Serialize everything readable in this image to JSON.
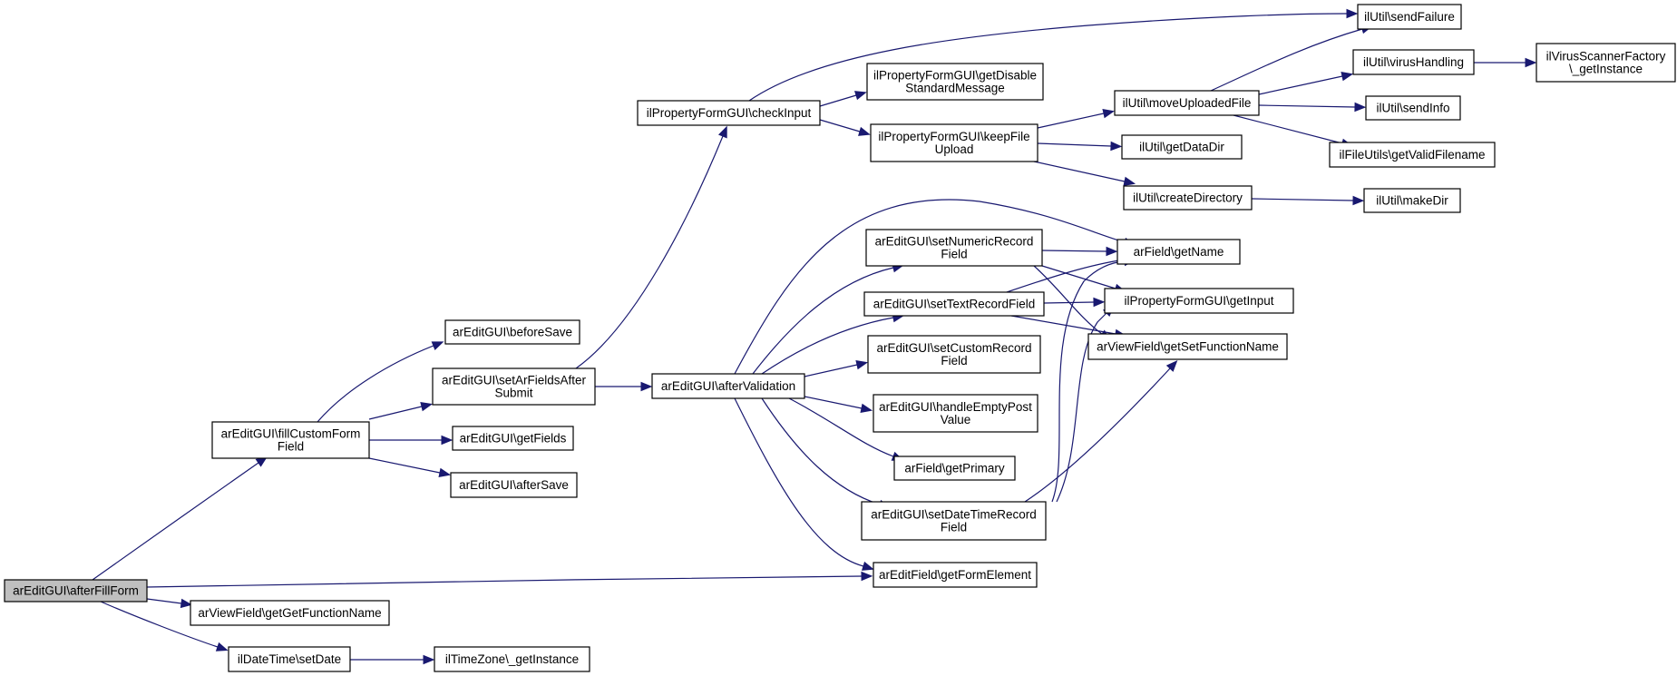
{
  "diagram": {
    "type": "call-graph",
    "colors": {
      "edge": "#191970",
      "root_fill": "#bfbfbf",
      "node_fill": "#ffffff",
      "border": "#000000"
    },
    "nodes": [
      {
        "id": "afterFillForm",
        "label": [
          "arEditGUI\\afterFillForm"
        ],
        "root": true
      },
      {
        "id": "fillCustomFormField",
        "label": [
          "arEditGUI\\fillCustomForm",
          "Field"
        ]
      },
      {
        "id": "getGetFunctionName",
        "label": [
          "arViewField\\getGetFunctionName"
        ]
      },
      {
        "id": "setDate",
        "label": [
          "ilDateTime\\setDate"
        ]
      },
      {
        "id": "tzGetInstance",
        "label": [
          "ilTimeZone\\_getInstance"
        ]
      },
      {
        "id": "beforeSave",
        "label": [
          "arEditGUI\\beforeSave"
        ]
      },
      {
        "id": "setArFieldsAfterSubmit",
        "label": [
          "arEditGUI\\setArFieldsAfter",
          "Submit"
        ]
      },
      {
        "id": "getFields",
        "label": [
          "arEditGUI\\getFields"
        ]
      },
      {
        "id": "afterSave",
        "label": [
          "arEditGUI\\afterSave"
        ]
      },
      {
        "id": "checkInput",
        "label": [
          "ilPropertyFormGUI\\checkInput"
        ]
      },
      {
        "id": "afterValidation",
        "label": [
          "arEditGUI\\afterValidation"
        ]
      },
      {
        "id": "getDisableStandardMessage",
        "label": [
          "ilPropertyFormGUI\\getDisable",
          "StandardMessage"
        ]
      },
      {
        "id": "keepFileUpload",
        "label": [
          "ilPropertyFormGUI\\keepFile",
          "Upload"
        ]
      },
      {
        "id": "setNumericRecordField",
        "label": [
          "arEditGUI\\setNumericRecord",
          "Field"
        ]
      },
      {
        "id": "setTextRecordField",
        "label": [
          "arEditGUI\\setTextRecordField"
        ]
      },
      {
        "id": "setCustomRecordField",
        "label": [
          "arEditGUI\\setCustomRecord",
          "Field"
        ]
      },
      {
        "id": "handleEmptyPostValue",
        "label": [
          "arEditGUI\\handleEmptyPost",
          "Value"
        ]
      },
      {
        "id": "getPrimary",
        "label": [
          "arField\\getPrimary"
        ]
      },
      {
        "id": "setDateTimeRecordField",
        "label": [
          "arEditGUI\\setDateTimeRecord",
          "Field"
        ]
      },
      {
        "id": "getFormElement",
        "label": [
          "arEditField\\getFormElement"
        ]
      },
      {
        "id": "sendFailure",
        "label": [
          "ilUtil\\sendFailure"
        ]
      },
      {
        "id": "moveUploadedFile",
        "label": [
          "ilUtil\\moveUploadedFile"
        ]
      },
      {
        "id": "getDataDir",
        "label": [
          "ilUtil\\getDataDir"
        ]
      },
      {
        "id": "createDirectory",
        "label": [
          "ilUtil\\createDirectory"
        ]
      },
      {
        "id": "getName",
        "label": [
          "arField\\getName"
        ]
      },
      {
        "id": "getInput",
        "label": [
          "ilPropertyFormGUI\\getInput"
        ]
      },
      {
        "id": "getSetFunctionName",
        "label": [
          "arViewField\\getSetFunctionName"
        ]
      },
      {
        "id": "virusHandling",
        "label": [
          "ilUtil\\virusHandling"
        ]
      },
      {
        "id": "sendInfo",
        "label": [
          "ilUtil\\sendInfo"
        ]
      },
      {
        "id": "getValidFilename",
        "label": [
          "ilFileUtils\\getValidFilename"
        ]
      },
      {
        "id": "makeDir",
        "label": [
          "ilUtil\\makeDir"
        ]
      },
      {
        "id": "virusScannerGetInstance",
        "label": [
          "ilVirusScannerFactory",
          "\\_getInstance"
        ]
      }
    ],
    "edges": [
      [
        "afterFillForm",
        "fillCustomFormField"
      ],
      [
        "afterFillForm",
        "getFormElement"
      ],
      [
        "afterFillForm",
        "getGetFunctionName"
      ],
      [
        "afterFillForm",
        "setDate"
      ],
      [
        "setDate",
        "tzGetInstance"
      ],
      [
        "fillCustomFormField",
        "beforeSave"
      ],
      [
        "fillCustomFormField",
        "setArFieldsAfterSubmit"
      ],
      [
        "fillCustomFormField",
        "getFields"
      ],
      [
        "fillCustomFormField",
        "afterSave"
      ],
      [
        "setArFieldsAfterSubmit",
        "checkInput"
      ],
      [
        "setArFieldsAfterSubmit",
        "afterValidation"
      ],
      [
        "checkInput",
        "sendFailure"
      ],
      [
        "checkInput",
        "getDisableStandardMessage"
      ],
      [
        "checkInput",
        "keepFileUpload"
      ],
      [
        "keepFileUpload",
        "moveUploadedFile"
      ],
      [
        "keepFileUpload",
        "getDataDir"
      ],
      [
        "keepFileUpload",
        "createDirectory"
      ],
      [
        "moveUploadedFile",
        "sendFailure"
      ],
      [
        "moveUploadedFile",
        "virusHandling"
      ],
      [
        "moveUploadedFile",
        "sendInfo"
      ],
      [
        "moveUploadedFile",
        "getValidFilename"
      ],
      [
        "virusHandling",
        "virusScannerGetInstance"
      ],
      [
        "createDirectory",
        "makeDir"
      ],
      [
        "afterValidation",
        "getName"
      ],
      [
        "afterValidation",
        "setNumericRecordField"
      ],
      [
        "afterValidation",
        "setTextRecordField"
      ],
      [
        "afterValidation",
        "setCustomRecordField"
      ],
      [
        "afterValidation",
        "handleEmptyPostValue"
      ],
      [
        "afterValidation",
        "getPrimary"
      ],
      [
        "afterValidation",
        "setDateTimeRecordField"
      ],
      [
        "afterValidation",
        "getFormElement"
      ],
      [
        "setNumericRecordField",
        "getName"
      ],
      [
        "setNumericRecordField",
        "getInput"
      ],
      [
        "setNumericRecordField",
        "getSetFunctionName"
      ],
      [
        "setTextRecordField",
        "getName"
      ],
      [
        "setTextRecordField",
        "getInput"
      ],
      [
        "setTextRecordField",
        "getSetFunctionName"
      ],
      [
        "setDateTimeRecordField",
        "getName"
      ],
      [
        "setDateTimeRecordField",
        "getInput"
      ],
      [
        "setDateTimeRecordField",
        "getSetFunctionName"
      ]
    ]
  }
}
